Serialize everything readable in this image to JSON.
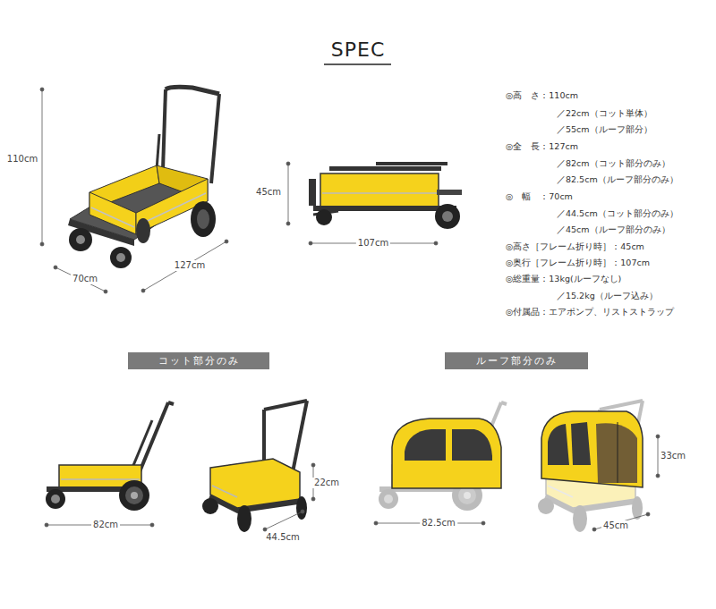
{
  "diagram": {
    "title": "SPEC",
    "nodes": [
      {
        "text": [
          "コット部分のみ"
        ]
      },
      {
        "text": [
          "ルーフ部分のみ"
        ]
      }
    ],
    "labels": [
      "110cm",
      "70cm",
      "127cm",
      "45cm",
      "107cm",
      "◎高　さ：110cm",
      "／22cm（コット単体）",
      "／55cm（ルーフ部分）",
      "◎全　長：127cm",
      "／82cm（コット部分のみ）",
      "／82.5cm（ルーフ部分のみ）",
      "◎　幅　：70cm",
      "／44.5cm（コット部分のみ）",
      "／45cm（ルーフ部分のみ）",
      "◎高さ［フレーム折り時］：45cm",
      "◎奥行［フレーム折り時］：107cm",
      "◎総重量：13kg(ルーフなし)",
      "／15.2kg（ルーフ込み）",
      "◎付属品：エアポンプ、リストストラップ",
      "82cm",
      "22cm",
      "44.5cm",
      "82.5cm",
      "33cm",
      "45cm"
    ]
  }
}
